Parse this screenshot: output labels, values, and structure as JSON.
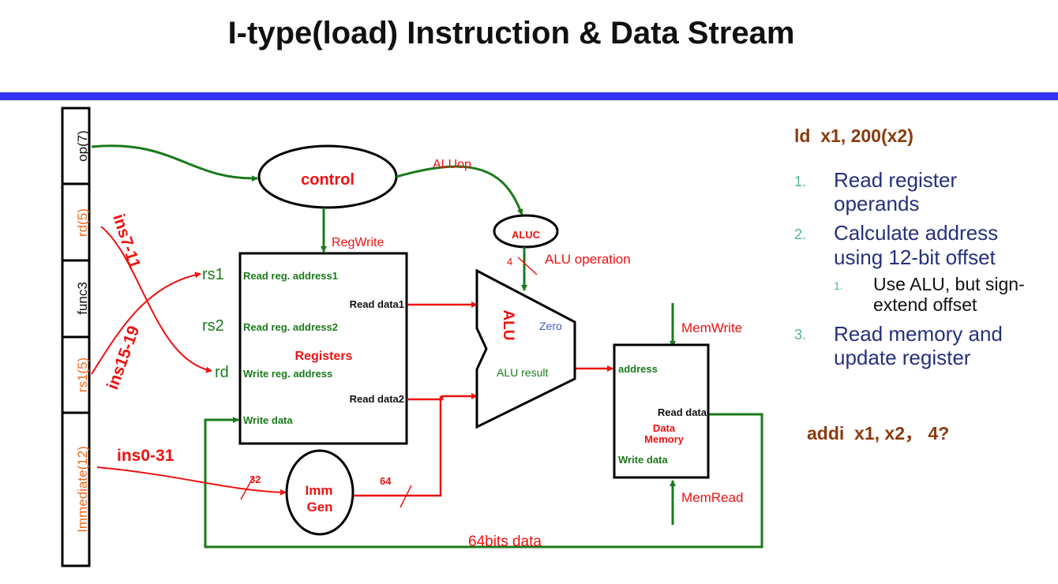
{
  "title": "I-type(load) Instruction & Data Stream",
  "instruction_fields": [
    "op(7)",
    "rd(5)",
    "func3",
    "rs1(5)",
    "Immediate(12)"
  ],
  "bit_labels": {
    "ins7_11": "ins7-11",
    "ins15_19": "ins15-19",
    "ins0_31": "ins0-31"
  },
  "port_labels": {
    "rs1": "rs1",
    "rs2": "rs2",
    "rd": "rd"
  },
  "control": {
    "label": "control",
    "aluop": "ALUop",
    "regwrite": "RegWrite"
  },
  "aluc": {
    "label": "ALUC",
    "width": "4",
    "operation": "ALU operation"
  },
  "registers": {
    "title": "Registers",
    "read_addr1": "Read reg. address1",
    "read_addr2": "Read reg. address2",
    "write_addr": "Write reg. address",
    "write_data": "Write data",
    "read_data1": "Read data1",
    "read_data2": "Read data2"
  },
  "alu": {
    "label": "ALU",
    "zero": "Zero",
    "result": "ALU result"
  },
  "immgen": {
    "line1": "Imm",
    "line2": "Gen",
    "in_width": "32",
    "out_width": "64"
  },
  "data_memory": {
    "address": "address",
    "read_data": "Read data",
    "title1": "Data",
    "title2": "Memory",
    "write_data": "Write data",
    "memwrite": "MemWrite",
    "memread": "MemRead"
  },
  "writeback_label": "64bits data",
  "notes": {
    "instruction": "ld  x1, 200(x2)",
    "steps": [
      {
        "num": "1.",
        "line1": "Read register",
        "line2": "operands"
      },
      {
        "num": "2.",
        "line1": "Calculate address",
        "line2": "using 12-bit offset"
      },
      {
        "num": "3.",
        "line1": "Read memory and",
        "line2": "update register"
      }
    ],
    "substep": {
      "num": "1.",
      "line1": "Use ALU, but sign-",
      "line2": "extend offset"
    },
    "question": "addi  x1, x2， 4?"
  },
  "colors": {
    "bar": "#3333ee",
    "green": "#1a7a1a",
    "red": "#ee1111",
    "orange": "#f26a1b",
    "brown": "#8b3a0e",
    "navy": "#26307c",
    "teal": "#4fb39b"
  }
}
